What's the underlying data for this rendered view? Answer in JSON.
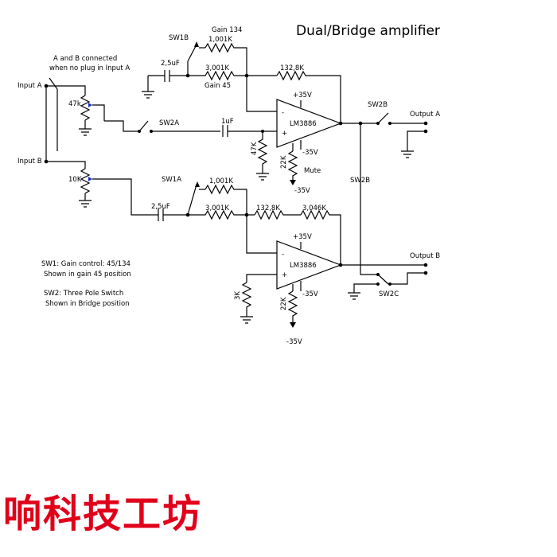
{
  "diagram": {
    "title": "Dual/Bridge amplifier",
    "labels": {
      "input_a": "Input A",
      "input_b": "Input B",
      "note_line1": "A and B connected",
      "note_line2": "when no plug in Input A",
      "pot_a": "47k",
      "pot_b": "10K",
      "sw1b": "SW1B",
      "sw1a": "SW1A",
      "sw2a": "SW2A",
      "sw2b_top": "SW2B",
      "sw2b_mid": "SW2B",
      "sw2c": "SW2C",
      "gain134": "Gain 134",
      "gain45": "Gain 45",
      "r_1001k_top": "1,001K",
      "r_3001k_top": "3,001K",
      "r_1328k_top": "132,8K",
      "c_25uf_top": "2,5uF",
      "c_1uf": "1uF",
      "r_47k": "47K",
      "r_22k_top": "22K",
      "mute": "Mute",
      "r_1001k_bot": "1,001K",
      "r_3001k_bot": "3,001K",
      "r_1328k_bot": "132,8K",
      "r_3046k": "3,046K",
      "c_25uf_bot": "2,5uF",
      "r_3k": "3K",
      "r_22k_bot": "22K",
      "ic_top": "LM3886",
      "ic_bot": "LM3886",
      "plus35_top": "+35V",
      "minus35_top_a": "-35V",
      "minus35_top_b": "-35V",
      "plus35_bot": "+35V",
      "minus35_bot_a": "-35V",
      "minus35_bot_b": "-35V",
      "output_a": "Output A",
      "output_b": "Output B",
      "sw1_note1": "SW1: Gain control: 45/134",
      "sw1_note2": "Shown in gain 45 position",
      "sw2_note1": "SW2: Three Pole Switch",
      "sw2_note2": "Shown in Bridge position",
      "inv_top": "-",
      "noninv_top": "+",
      "inv_bot": "-",
      "noninv_bot": "+"
    }
  },
  "watermark": "响科技工坊",
  "colors": {
    "line": "#000000",
    "wiper_arrow": "#1a2fbf",
    "watermark": "#e0001a"
  }
}
